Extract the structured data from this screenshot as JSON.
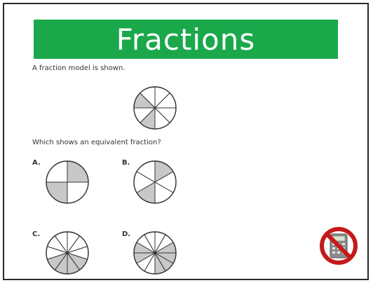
{
  "title": "Fractions",
  "intro": "A fraction model is shown.",
  "question": "Which shows an equivalent fraction?",
  "colors": {
    "banner": "#1aa84b",
    "shade": "#c8c8c8",
    "stroke": "#333333",
    "no_sign": "#c41a1a"
  },
  "model": {
    "slices": 8,
    "shaded": [
      4,
      6
    ]
  },
  "options": [
    {
      "label": "A.",
      "slices": 4,
      "shaded": [
        0,
        2
      ]
    },
    {
      "label": "B.",
      "slices": 6,
      "shaded": [
        0,
        3
      ]
    },
    {
      "label": "C.",
      "slices": 10,
      "shaded": [
        3,
        4,
        5,
        6
      ]
    },
    {
      "label": "D.",
      "slices": 12,
      "shaded": [
        2,
        3,
        4,
        5,
        8,
        9
      ]
    }
  ],
  "no_calculator_icon": "no-calculator-icon"
}
